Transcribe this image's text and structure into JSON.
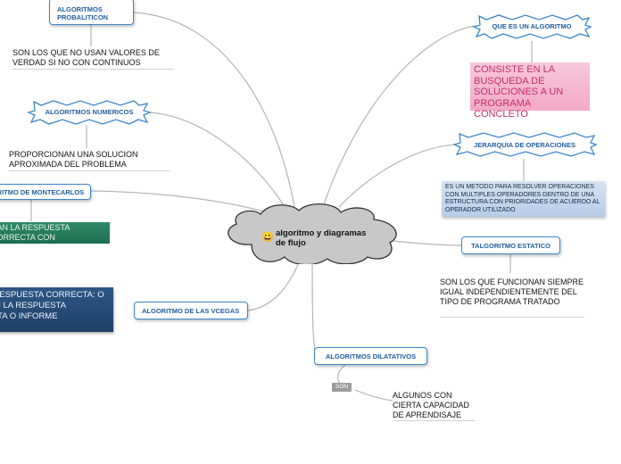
{
  "central": {
    "emoji": "😀",
    "title": "algoritmo y diagramas de flujo"
  },
  "nodes": {
    "probabilisticos": {
      "label": "ALGORITMOS PROBALITICON",
      "desc": "SON LOS QUE NO USAN VALORES DE VERDAD SI NO CON CONTINUOS"
    },
    "numericos": {
      "label": "ALGORITMOS NUMERICOS",
      "desc": "PROPORCIONAN UNA SOLUCION APROXIMADA DEL PROBLEMA"
    },
    "montecarlos": {
      "label": "ALGORITMO DE MONTECARLOS",
      "desc": "DAN LA RESPUESTA CORRECTA CON PROBABILIDAD BAJA"
    },
    "vcegas": {
      "label": "ALGORITMO DE LAS VCEGAS",
      "desc": "DAN LA RESPUESTA CORRECTA: O BIEN DAN LA RESPUESTA CORRECTA O INFORME"
    },
    "que_es": {
      "label": "QUE ES UN ALGORITMO",
      "desc": "CONSISTE EN LA BUSQUEDA DE SOLUCIONES A UN PROGRAMA CONCLETO"
    },
    "jerarquia": {
      "label": "JERARQUIA DE OPERACIONES",
      "desc": "ES UN METODO PARA RESOLVER OPERACIONES CON MULTIPLES OPERADORES DENTRO DE UNA ESTRUCTURA CON PRIORIDADES DE ACUERDO AL OPERADOR UTILIZADO"
    },
    "estatico": {
      "label": "TALGORITMO ESTATICO",
      "desc": "SON LOS QUE FUNCIONAN SIEMPRE IGUAL INDEPENDIENTEMENTE DEL TIPO DE PROGRAMA TRATADO"
    },
    "dilatativos": {
      "label": "ALGORITMOS DILATATIVOS",
      "tag": "SON",
      "desc": "ALGUNOS CON CIERTA CAPACIDAD DE APRENDISAJE"
    }
  }
}
